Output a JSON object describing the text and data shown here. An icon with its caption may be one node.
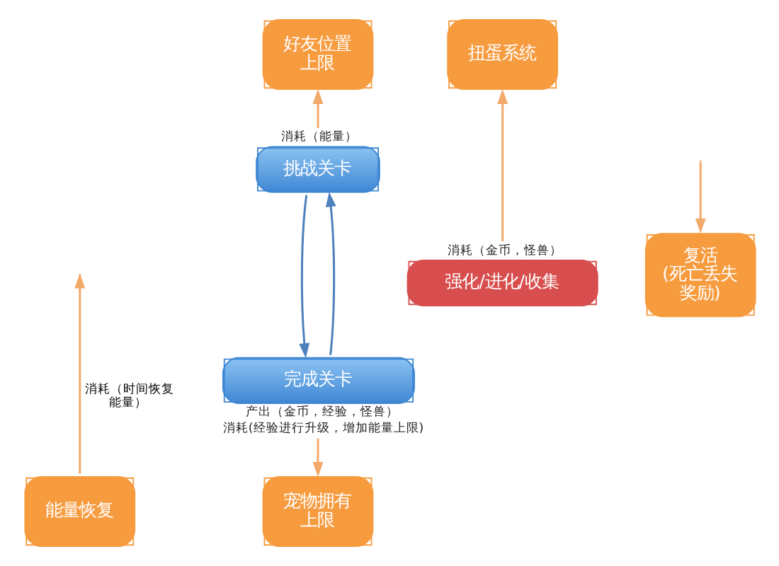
{
  "diagram": {
    "nodes": [
      {
        "text": [
          "好友位置上限"
        ]
      },
      {
        "text": [
          "挑战关卡"
        ],
        "beside": [
          "消耗（能量）"
        ]
      },
      {
        "text": [
          "扭蛋系统"
        ]
      },
      {
        "text": [
          "强化/进化/收集"
        ],
        "beside": [
          "消耗（金币，怪兽）"
        ]
      },
      {
        "text": [
          "复活(死亡丢失奖励)"
        ]
      },
      {
        "text": [
          "完成关卡"
        ],
        "beside": [
          "产出（金币，经验，怪兽）",
          "消耗(经验进行升级，增加能量上限)"
        ]
      },
      {
        "text": [
          "能量恢复"
        ]
      },
      {
        "text": [
          "宠物拥有上限"
        ]
      }
    ],
    "edges": [
      {
        "from": 1,
        "to": 0,
        "arrow": "to"
      },
      {
        "from": 5,
        "to": 1,
        "arrow": "to",
        "color": "#4f81bd"
      },
      {
        "from": 1,
        "to": 5,
        "arrow": "to",
        "color": "#4f81bd"
      },
      {
        "from": 3,
        "to": 2,
        "arrow": "to"
      },
      {
        "from": null,
        "to": 4,
        "arrow": "to"
      },
      {
        "from": 5,
        "to": 7,
        "arrow": "to"
      },
      {
        "from": 6,
        "to": null,
        "arrow": "to",
        "label": "消耗（时间恢复能量）"
      }
    ]
  }
}
